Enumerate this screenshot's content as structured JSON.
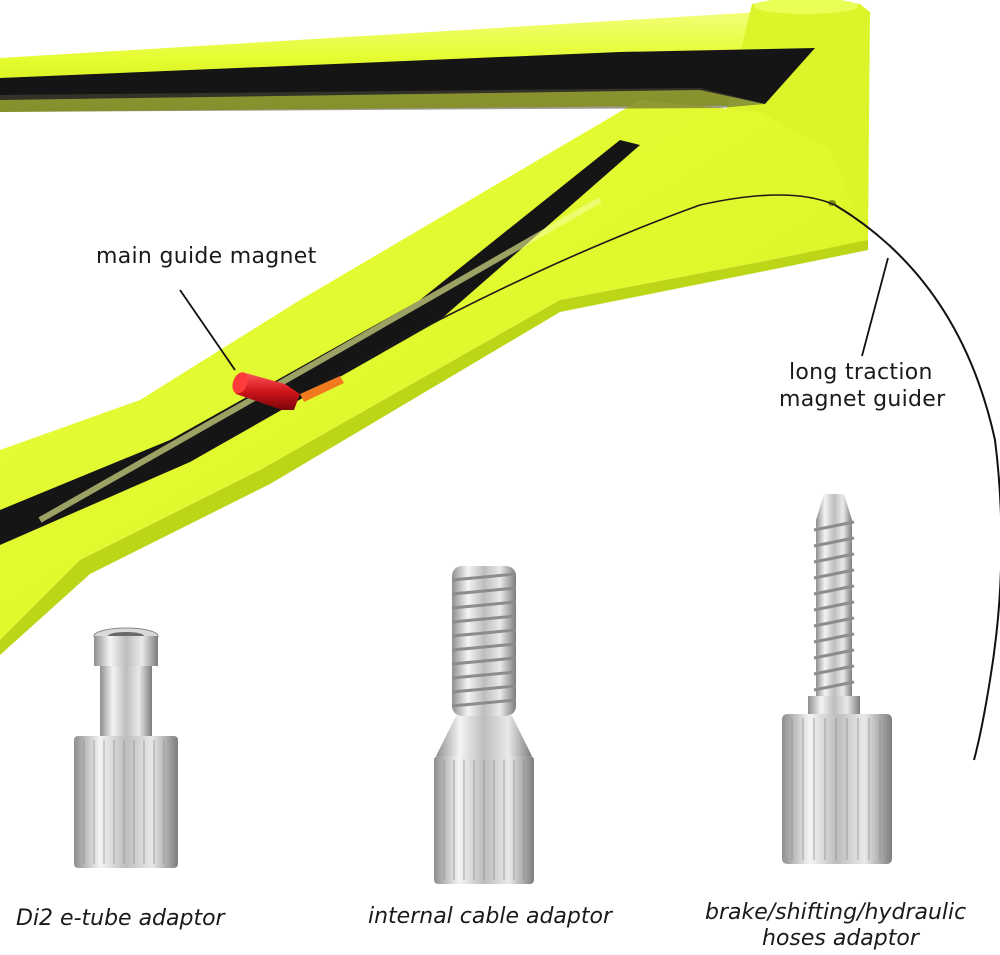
{
  "labels": {
    "main_guide": "main guide magnet",
    "long_traction_line1": "long traction",
    "long_traction_line2": "magnet guider",
    "di2": "Di2 e-tube adaptor",
    "internal": "internal cable adaptor",
    "brake_line1": "brake/shifting/hydraulic",
    "brake_line2": "hoses adaptor"
  },
  "colors": {
    "frame": "#e4fb2e",
    "frame_shadow": "#c9e21a",
    "frame_stripe": "#151515",
    "magnet": "#d1141b",
    "sleeve": "#f07a1e",
    "metal": "#cfcfcf"
  }
}
